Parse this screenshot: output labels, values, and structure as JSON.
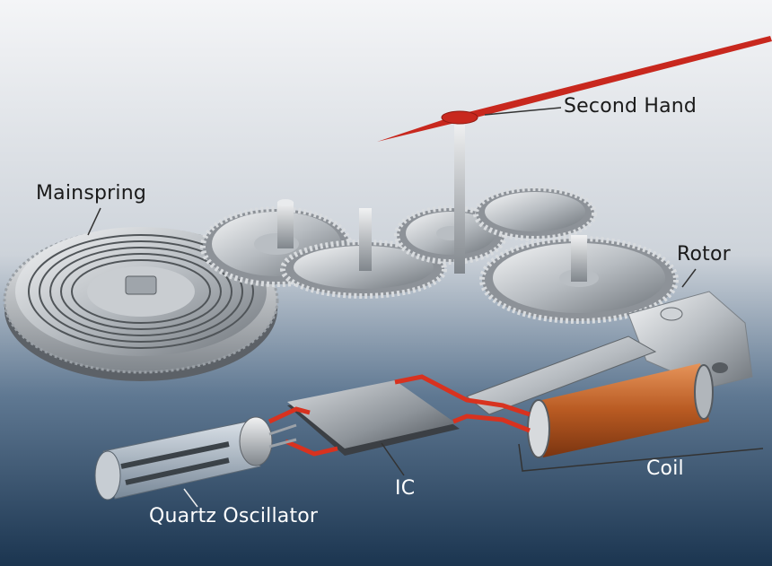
{
  "labels": {
    "second_hand": "Second Hand",
    "mainspring": "Mainspring",
    "rotor": "Rotor",
    "coil": "Coil",
    "ic": "IC",
    "quartz_oscillator": "Quartz Oscillator"
  },
  "colors": {
    "background_top": "#f4f5f7",
    "background_bottom": "#1d3a58",
    "metal_light": "#e6e8ea",
    "metal_dark": "#7d8288",
    "hand_red": "#c8281e",
    "wire_red": "#d8321f",
    "coil_copper": "#c86a2c"
  }
}
